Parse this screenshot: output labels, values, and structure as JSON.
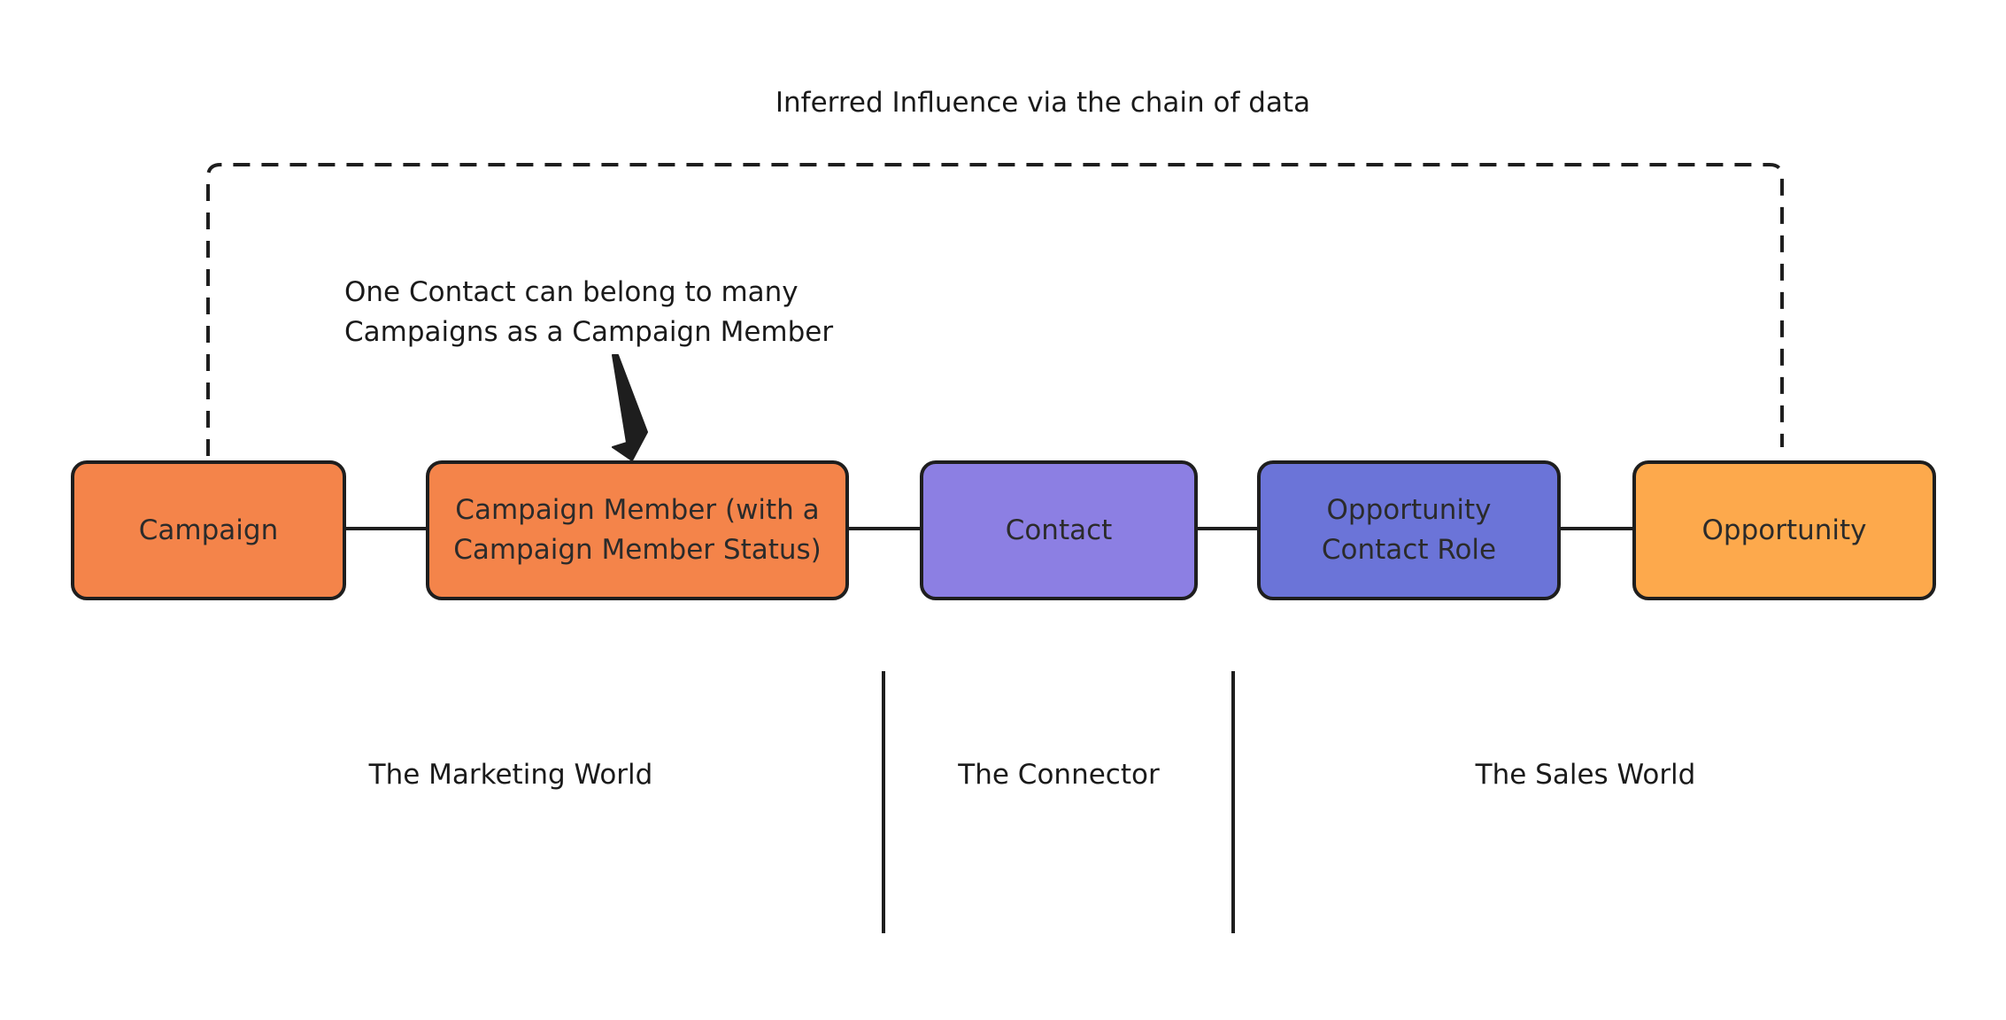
{
  "title": "Inferred Influence via the chain of data",
  "annotation": {
    "line1": "One Contact can belong to many",
    "line2": "Campaigns as a Campaign Member"
  },
  "nodes": {
    "campaign": {
      "label": "Campaign",
      "color": "#F4844A"
    },
    "campaign_member": {
      "line1": "Campaign Member (with a",
      "line2": "Campaign Member Status)",
      "color": "#F4844A"
    },
    "contact": {
      "label": "Contact",
      "color": "#8C7FE3"
    },
    "opportunity_contact_role": {
      "line1": "Opportunity",
      "line2": "Contact Role",
      "color": "#6B74D8"
    },
    "opportunity": {
      "label": "Opportunity",
      "color": "#FDA94C"
    }
  },
  "sections": {
    "marketing": "The Marketing World",
    "connector": "The Connector",
    "sales": "The Sales World"
  }
}
